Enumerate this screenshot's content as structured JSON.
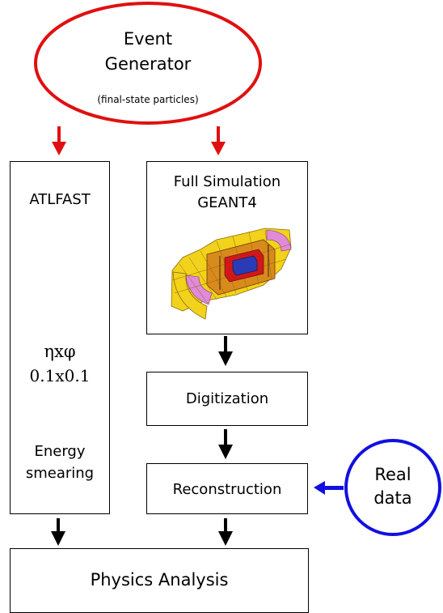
{
  "event_generator": {
    "line1": "Event",
    "line2": "Generator",
    "sub": "(final-state particles)",
    "outline_color": "#e01010"
  },
  "atlfast": {
    "title": "ATLFAST",
    "grid_label": "ηxφ",
    "grid_value": "0.1x0.1",
    "smear_line1": "Energy",
    "smear_line2": "smearing"
  },
  "full_sim": {
    "line1": "Full Simulation",
    "line2": "GEANT4"
  },
  "digitization": {
    "label": "Digitization"
  },
  "reconstruction": {
    "label": "Reconstruction"
  },
  "real_data": {
    "line1": "Real",
    "line2": "data",
    "outline_color": "#1010e0"
  },
  "physics_analysis": {
    "label": "Physics Analysis"
  },
  "colors": {
    "red_arrow": "#e01010",
    "black_arrow": "#000000",
    "blue_arrow": "#1010e0",
    "detector_yellow": "#f2d21a",
    "detector_pink": "#e08ad8",
    "detector_orange": "#d98a1c",
    "detector_red": "#d01818",
    "detector_blue": "#2a3bb8"
  }
}
